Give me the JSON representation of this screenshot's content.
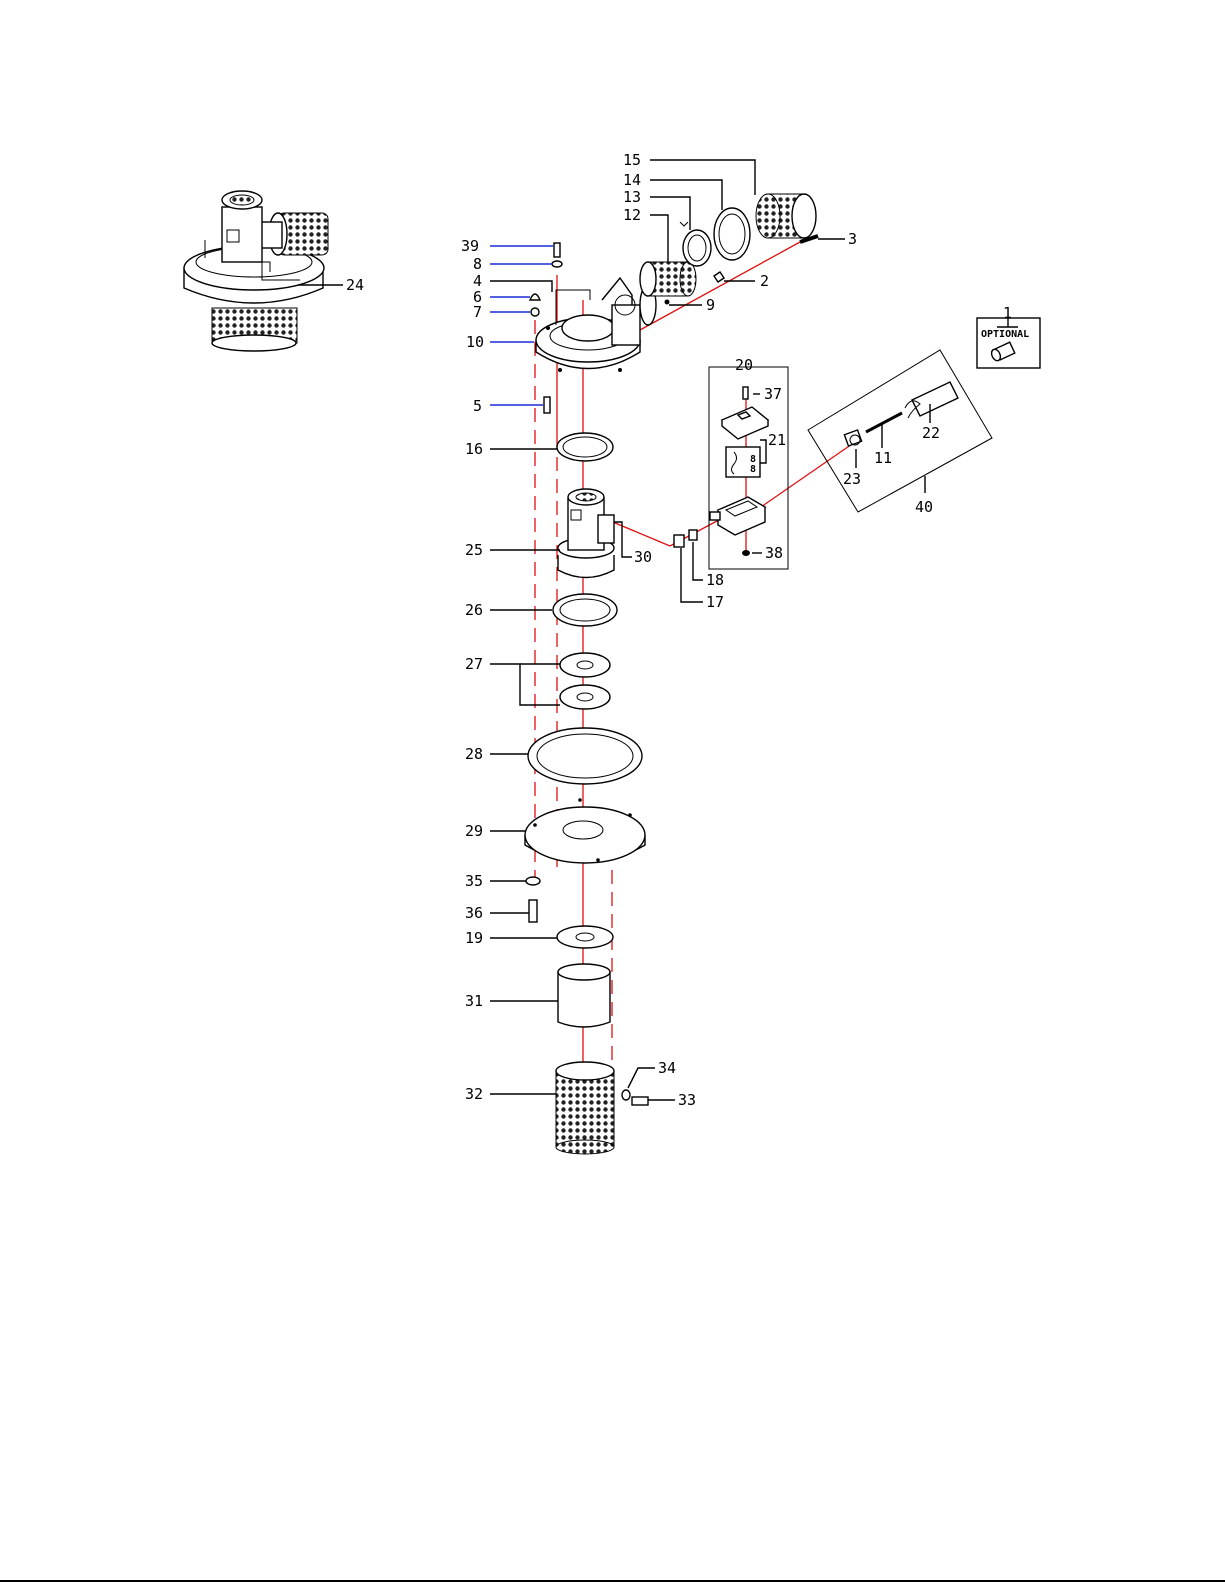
{
  "colors": {
    "explode_line": "#e01010",
    "leader_blue": "#1a2bd6",
    "leader_black": "#000000"
  },
  "optional_box": {
    "number": "1",
    "text": "OPTIONAL"
  },
  "callouts": {
    "c1": "1",
    "c2": "2",
    "c3": "3",
    "c4": "4",
    "c5": "5",
    "c6": "6",
    "c7": "7",
    "c8": "8",
    "c9": "9",
    "c10": "10",
    "c11": "11",
    "c12": "12",
    "c13": "13",
    "c14": "14",
    "c15": "15",
    "c16": "16",
    "c17": "17",
    "c18": "18",
    "c19": "19",
    "c20": "20",
    "c21": "21",
    "c22": "22",
    "c23": "23",
    "c24": "24",
    "c25": "25",
    "c26": "26",
    "c27": "27",
    "c28": "28",
    "c29": "29",
    "c30": "30",
    "c31": "31",
    "c32": "32",
    "c33": "33",
    "c34": "34",
    "c35": "35",
    "c36": "36",
    "c37": "37",
    "c38": "38",
    "c39": "39",
    "c40": "40"
  }
}
